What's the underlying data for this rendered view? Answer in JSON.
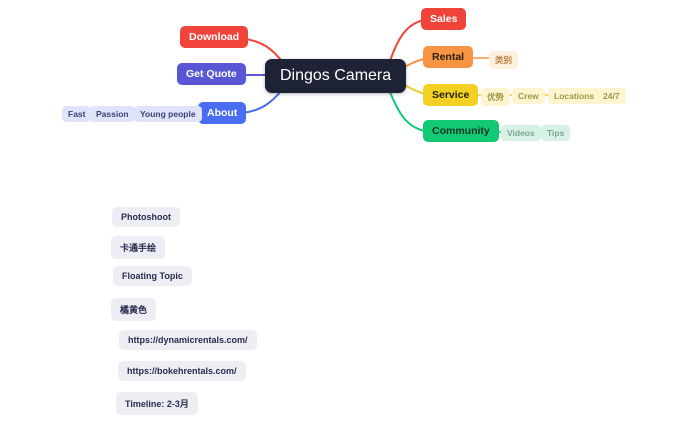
{
  "mindmap": {
    "central": {
      "label": "Dingos Camera"
    },
    "left_branches": [
      {
        "label": "Download",
        "color": "#f0443b",
        "children": []
      },
      {
        "label": "Get Quote",
        "color": "#5956d6",
        "children": []
      },
      {
        "label": "About",
        "color": "#4a6cf0",
        "children": [
          {
            "label": "Young people"
          },
          {
            "label": "Passion"
          },
          {
            "label": "Fast"
          }
        ]
      }
    ],
    "right_branches": [
      {
        "label": "Sales",
        "color": "#f0443b",
        "children": []
      },
      {
        "label": "Rental",
        "color": "#f79443",
        "children": [
          {
            "label": "类别"
          }
        ]
      },
      {
        "label": "Service",
        "color": "#f2d024",
        "children": [
          {
            "label": "优势"
          },
          {
            "label": "Crew"
          },
          {
            "label": "Locations"
          },
          {
            "label": "24/7"
          }
        ]
      },
      {
        "label": "Community",
        "color": "#12c974",
        "children": [
          {
            "label": "Videos"
          },
          {
            "label": "Tips"
          }
        ]
      }
    ],
    "floating_topics": [
      {
        "label": "Photoshoot"
      },
      {
        "label": "卡通手绘"
      },
      {
        "label": "Floating Topic"
      },
      {
        "label": "橘黄色"
      },
      {
        "label": "https://dynamicrentals.com/"
      },
      {
        "label": "https://bokehrentals.com/"
      },
      {
        "label": "Timeline: 2-3月"
      }
    ],
    "colors": {
      "central_bg": "#1e2235",
      "red": "#f0443b",
      "purple": "#5956d6",
      "blue": "#4a6cf0",
      "orange": "#f79443",
      "yellow": "#f2d024",
      "green": "#12c974",
      "chip_lavender": "#dfe4fb",
      "chip_cream": "#fdf0dc",
      "chip_light_yellow": "#fcf5cf",
      "chip_mint": "#d7f2e4",
      "floating_gray": "#edeef3",
      "canvas_bg": "#ffffff"
    }
  }
}
